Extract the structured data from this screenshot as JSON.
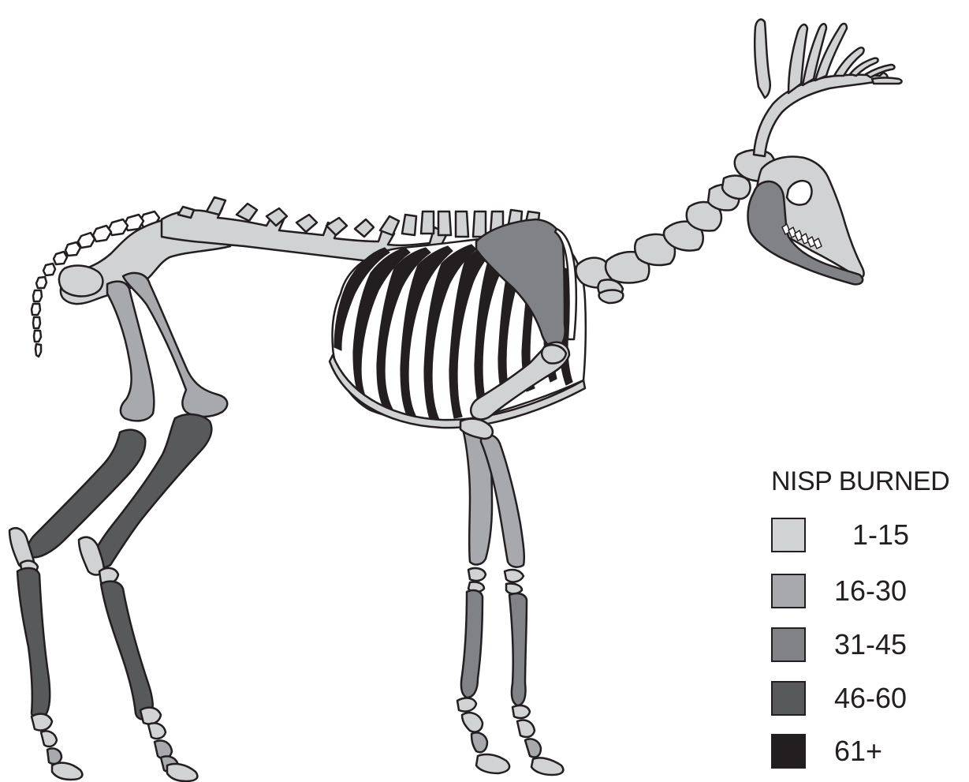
{
  "legend": {
    "title": "NISP BURNED",
    "items": [
      {
        "label": "1-15",
        "color": "#d1d2d4"
      },
      {
        "label": "16-30",
        "color": "#a7a9ac"
      },
      {
        "label": "31-45",
        "color": "#808285"
      },
      {
        "label": "46-60",
        "color": "#58595b"
      },
      {
        "label": "61+",
        "color": "#231f20"
      }
    ]
  },
  "colors": {
    "outline": "#231f20",
    "background": "#ffffff"
  }
}
